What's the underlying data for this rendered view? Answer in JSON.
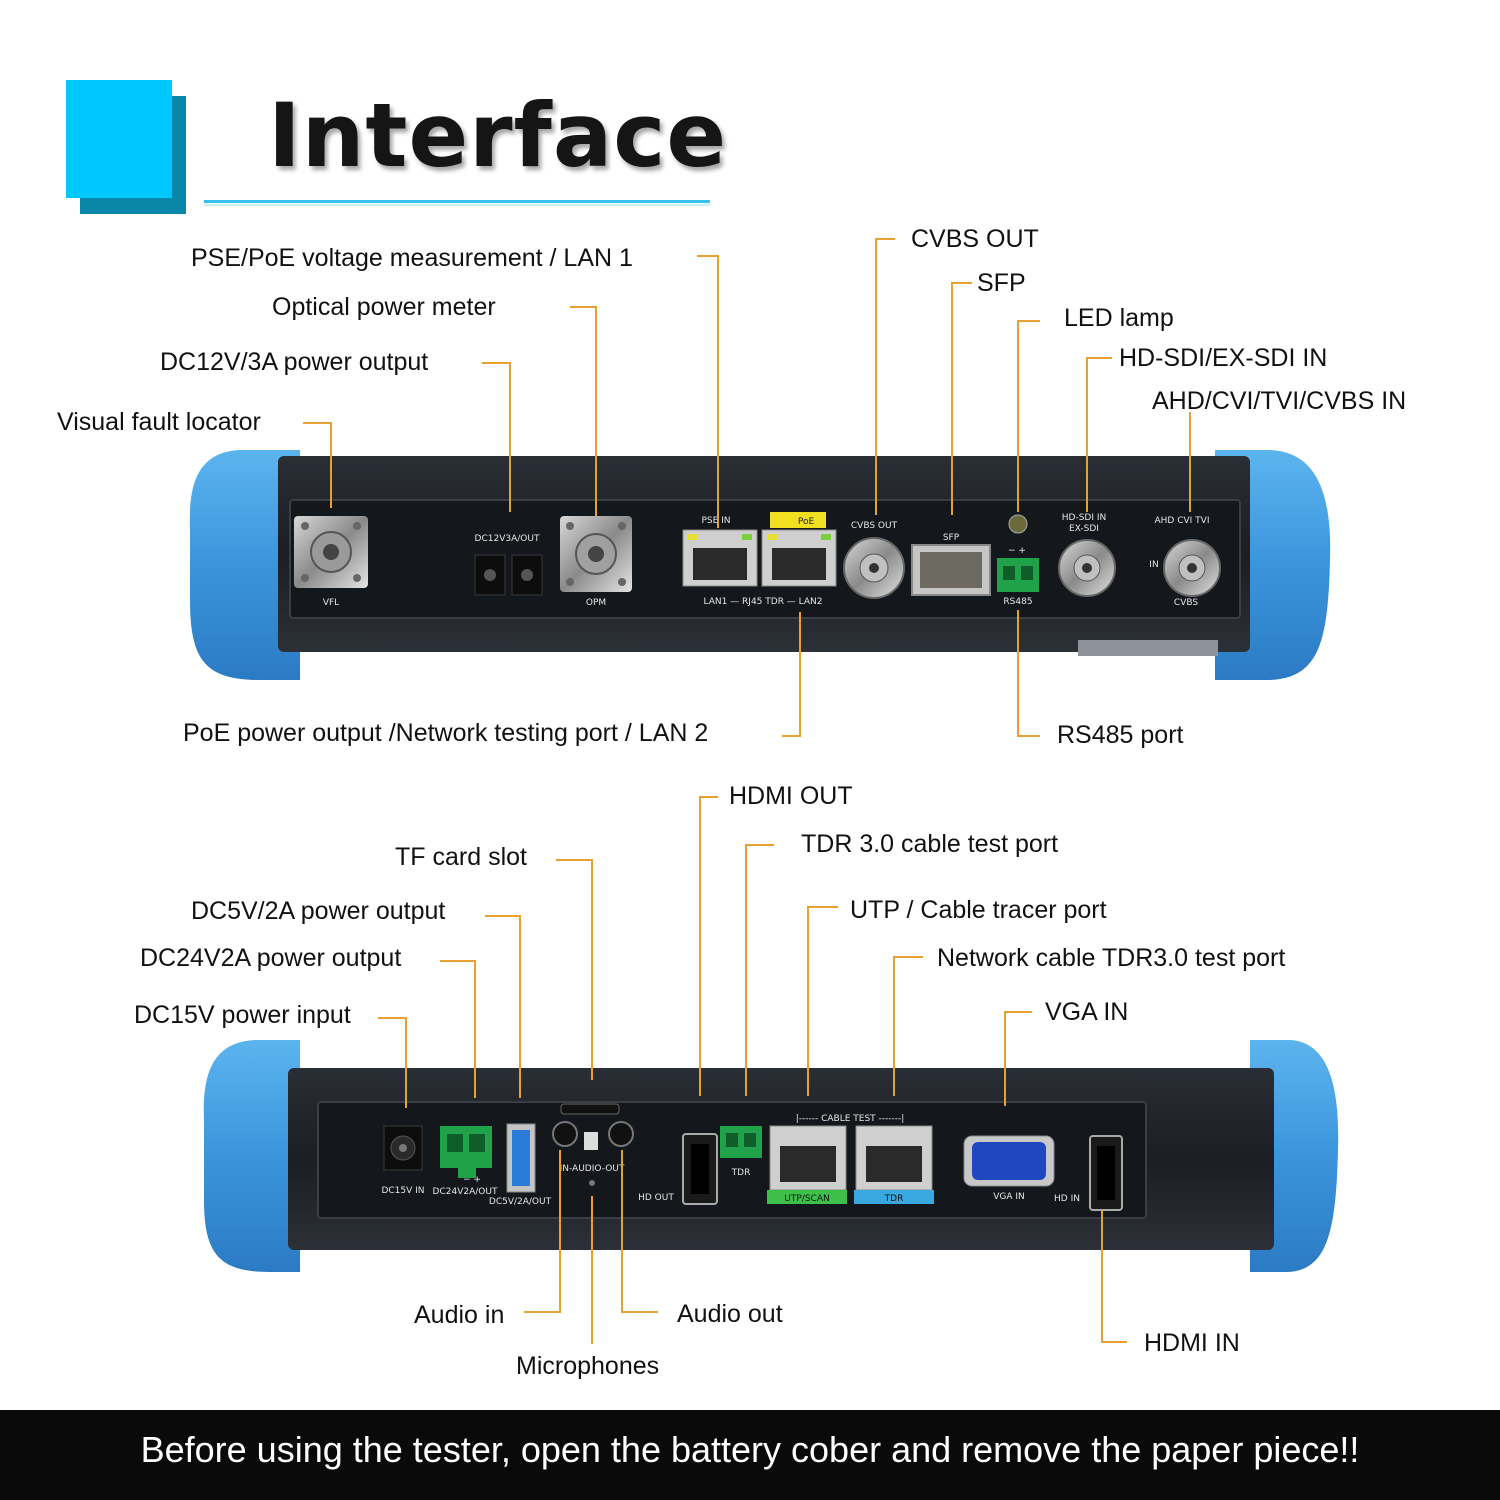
{
  "header": {
    "title": "Interface"
  },
  "footer": {
    "notice": "Before using the tester, open the battery cober and remove the paper piece!!"
  },
  "colors": {
    "accent_cyan": "#00c8ff",
    "accent_dark": "#0a86a8",
    "leader_line": "#e8a030",
    "bumper_blue": "#3d9de0",
    "device_body": "#1c1f24"
  },
  "top_panel": {
    "callouts": {
      "pse_poe_lan1": "PSE/PoE voltage measurement / LAN 1",
      "optical_power_meter": "Optical power meter",
      "dc12v_output": "DC12V/3A power output",
      "visual_fault_locator": "Visual fault locator",
      "cvbs_out": "CVBS OUT",
      "sfp": "SFP",
      "led_lamp": "LED lamp",
      "hd_sdi_in": "HD-SDI/EX-SDI IN",
      "ahd_cvi_tvi_in": "AHD/CVI/TVI/CVBS IN",
      "poe_lan2": "PoE power output /Network testing port / LAN 2",
      "rs485": "RS485 port"
    },
    "port_labels": {
      "vfl": "VFL",
      "dc12v": "DC12V3A/OUT",
      "opm": "OPM",
      "pse_in": "PSE IN",
      "poe": "PoE",
      "lan_row": "LAN1 — RJ45 TDR — LAN2",
      "cvbs_out": "CVBS OUT",
      "sfp": "SFP",
      "rs485": "RS485",
      "polarity": "−  +",
      "hd_sdi_in": "HD-SDI IN",
      "ex_sdi": "EX-SDI",
      "ahd": "AHD CVI TVI",
      "in": "IN",
      "cvbs": "CVBS"
    }
  },
  "bottom_panel": {
    "callouts": {
      "hdmi_out": "HDMI OUT",
      "tdr_port": "TDR 3.0 cable test port",
      "tf_card": "TF card slot",
      "utp_tracer": "UTP / Cable tracer port",
      "dc5v_output": "DC5V/2A power output",
      "dc24v_output": "DC24V2A power output",
      "network_tdr": "Network cable TDR3.0 test port",
      "dc15v_input": "DC15V power input",
      "vga_in": "VGA IN",
      "audio_in": "Audio in",
      "audio_out": "Audio out",
      "hdmi_in": "HDMI IN",
      "microphones": "Microphones"
    },
    "port_labels": {
      "dc15v": "DC15V IN",
      "dc24v": "DC24V2A/OUT",
      "polarity": "−  +",
      "dc5v": "DC5V/2A/OUT",
      "audio": "IN-AUDIO-OUT",
      "hd_out": "HD OUT",
      "tdr": "TDR",
      "cable_test": "|------ CABLE TEST -------|",
      "utp_scan": "UTP/SCAN",
      "tdr2": "TDR",
      "vga_in": "VGA IN",
      "hd_in": "HD IN"
    }
  }
}
